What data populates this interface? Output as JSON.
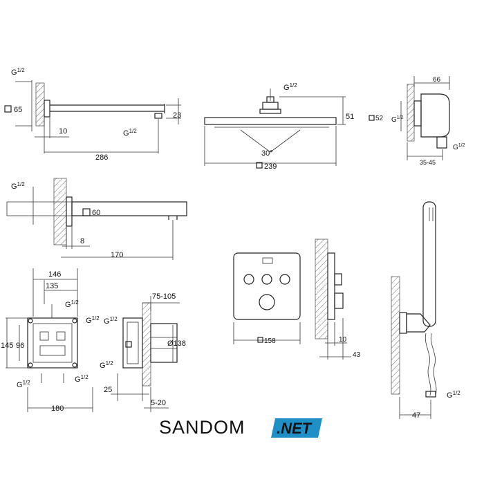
{
  "dimensions": {
    "arm_thread": "G",
    "arm_thread_fraction": "1/2",
    "arm_square": "65",
    "arm_height": "23",
    "arm_offset": "10",
    "arm_length": "286",
    "arm_outlet_thread": "G",
    "arm_outlet_fraction": "1/2",
    "head_thread": "G",
    "head_thread_fraction": "1/2",
    "head_height": "51",
    "head_angle": "30°",
    "head_size": "239",
    "outlet_width": "66",
    "outlet_square": "52",
    "outlet_thread": "G",
    "outlet_thread_fraction": "1/2",
    "outlet_depth": "35-45",
    "spout_thread": "G",
    "spout_thread_fraction": "1/2",
    "spout_square": "60",
    "spout_offset": "8",
    "spout_length": "170",
    "box_width_outer": "146",
    "box_width_inner": "135",
    "box_height_outer": "145",
    "box_height_inner": "96",
    "box_thread": "G",
    "box_thread_fraction": "1/2",
    "box_width_total": "180",
    "side_depth": "75-105",
    "side_diameter": "Ø138",
    "side_base": "25",
    "side_range": "5-20",
    "plate_size": "158",
    "plate_depth": "10",
    "plate_wall": "43",
    "hand_thread": "G",
    "hand_thread_fraction": "1/2",
    "hand_offset": "47"
  },
  "watermark": {
    "brand": "SANDOM",
    "suffix": ".NET",
    "brand_color": "#1e8fc7"
  }
}
